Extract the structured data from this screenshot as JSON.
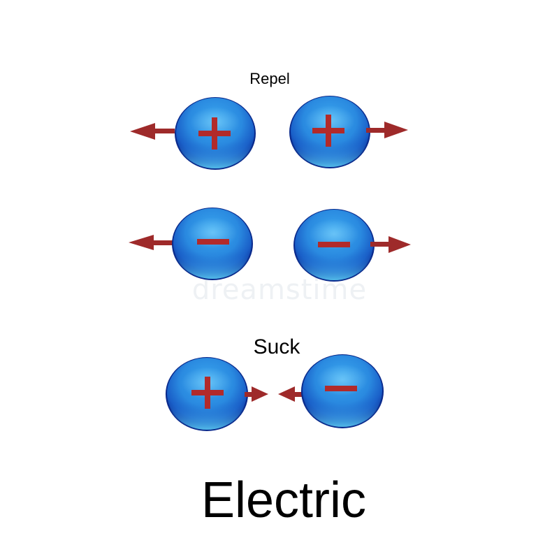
{
  "title": "Electric",
  "sections": {
    "repel": {
      "label": "Repel",
      "pairs": [
        {
          "charge_symbol": "+",
          "left_charge": "positive",
          "right_charge": "positive",
          "force": "outward"
        },
        {
          "charge_symbol": "−",
          "left_charge": "negative",
          "right_charge": "negative",
          "force": "outward"
        }
      ]
    },
    "suck": {
      "label": "Suck",
      "pairs": [
        {
          "left_charge": "positive",
          "right_charge": "negative",
          "force": "inward"
        }
      ]
    }
  },
  "watermark": "dreamstime",
  "colors": {
    "sphere_main": "#2f8fe0",
    "sphere_dark": "#0a2f9a",
    "sphere_light": "#55c8f5",
    "charge_sign": "#b22a2a",
    "arrow": "#9e2a2a",
    "text": "#000000",
    "background": "#ffffff"
  },
  "icons": {
    "positive": "plus-icon",
    "negative": "minus-icon",
    "arrow": "arrow-icon"
  }
}
